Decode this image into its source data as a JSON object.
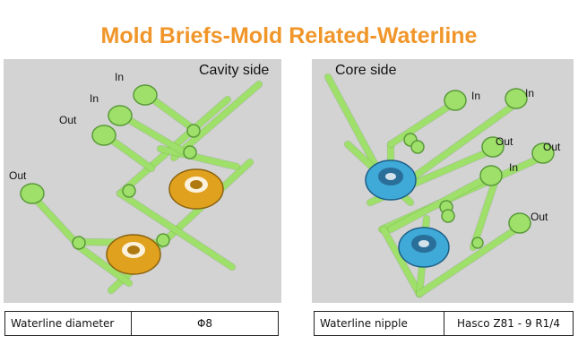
{
  "title": "Mold Briefs-Mold Related-Waterline",
  "colors": {
    "title": "#f0962a",
    "panel_bg": "#d3d3d3",
    "pipe": "#9fe06a",
    "pipe_edge": "#5a9a3a",
    "insert_gold": "#e0a21e",
    "insert_blue": "#3fa9d8"
  },
  "left_panel": {
    "heading": "Cavity side",
    "callouts": [
      "In",
      "In",
      "Out",
      "Out"
    ]
  },
  "right_panel": {
    "heading": "Core side",
    "callouts": [
      "In",
      "In",
      "Out",
      "Out",
      "In",
      "Out"
    ]
  },
  "left_table": {
    "label": "Waterline diameter",
    "value": "Φ8"
  },
  "right_table": {
    "label": "Waterline nipple",
    "value": "Hasco Z81 - 9  R1/4"
  }
}
